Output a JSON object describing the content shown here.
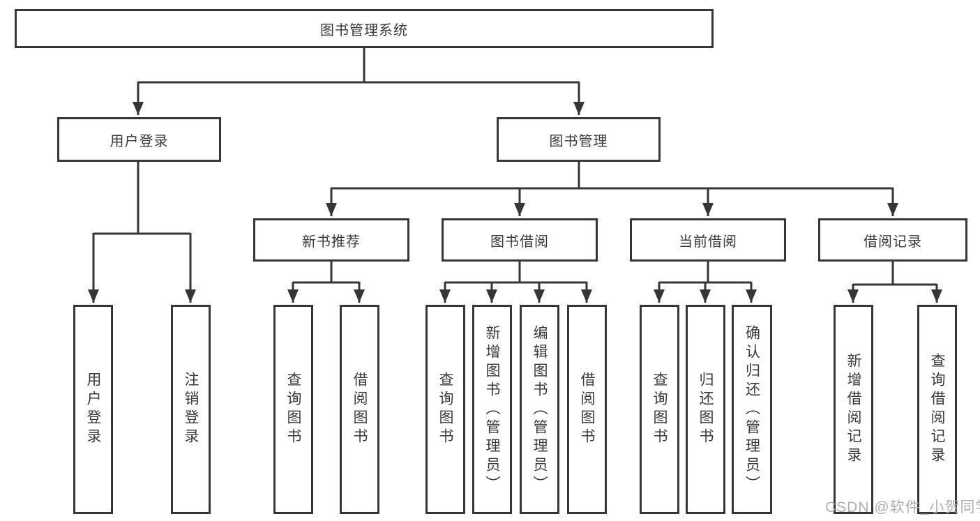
{
  "diagram": {
    "root": {
      "label": "图书管理系统"
    },
    "level2": [
      {
        "label": "用户登录",
        "children": [
          {
            "label": "用户登录"
          },
          {
            "label": "注销登录"
          }
        ]
      },
      {
        "label": "图书管理",
        "children": [
          {
            "label": "新书推荐",
            "children": [
              {
                "label": "查询图书"
              },
              {
                "label": "借阅图书"
              }
            ]
          },
          {
            "label": "图书借阅",
            "children": [
              {
                "label": "查询图书"
              },
              {
                "label": "新增图书（管理员）"
              },
              {
                "label": "编辑图书（管理员）"
              },
              {
                "label": "借阅图书"
              }
            ]
          },
          {
            "label": "当前借阅",
            "children": [
              {
                "label": "查询图书"
              },
              {
                "label": "归还图书"
              },
              {
                "label": "确认归还（管理员）"
              }
            ]
          },
          {
            "label": "借阅记录",
            "children": [
              {
                "label": "新增借阅记录"
              },
              {
                "label": "查询借阅记录"
              }
            ]
          }
        ]
      }
    ]
  },
  "watermark": {
    "text": "CSDN @软件_小贺同学"
  },
  "colors": {
    "line": "#363636",
    "box_border": "#363636",
    "text": "#3a3a3a",
    "watermark": "#b0b0b0",
    "background": "#ffffff"
  }
}
